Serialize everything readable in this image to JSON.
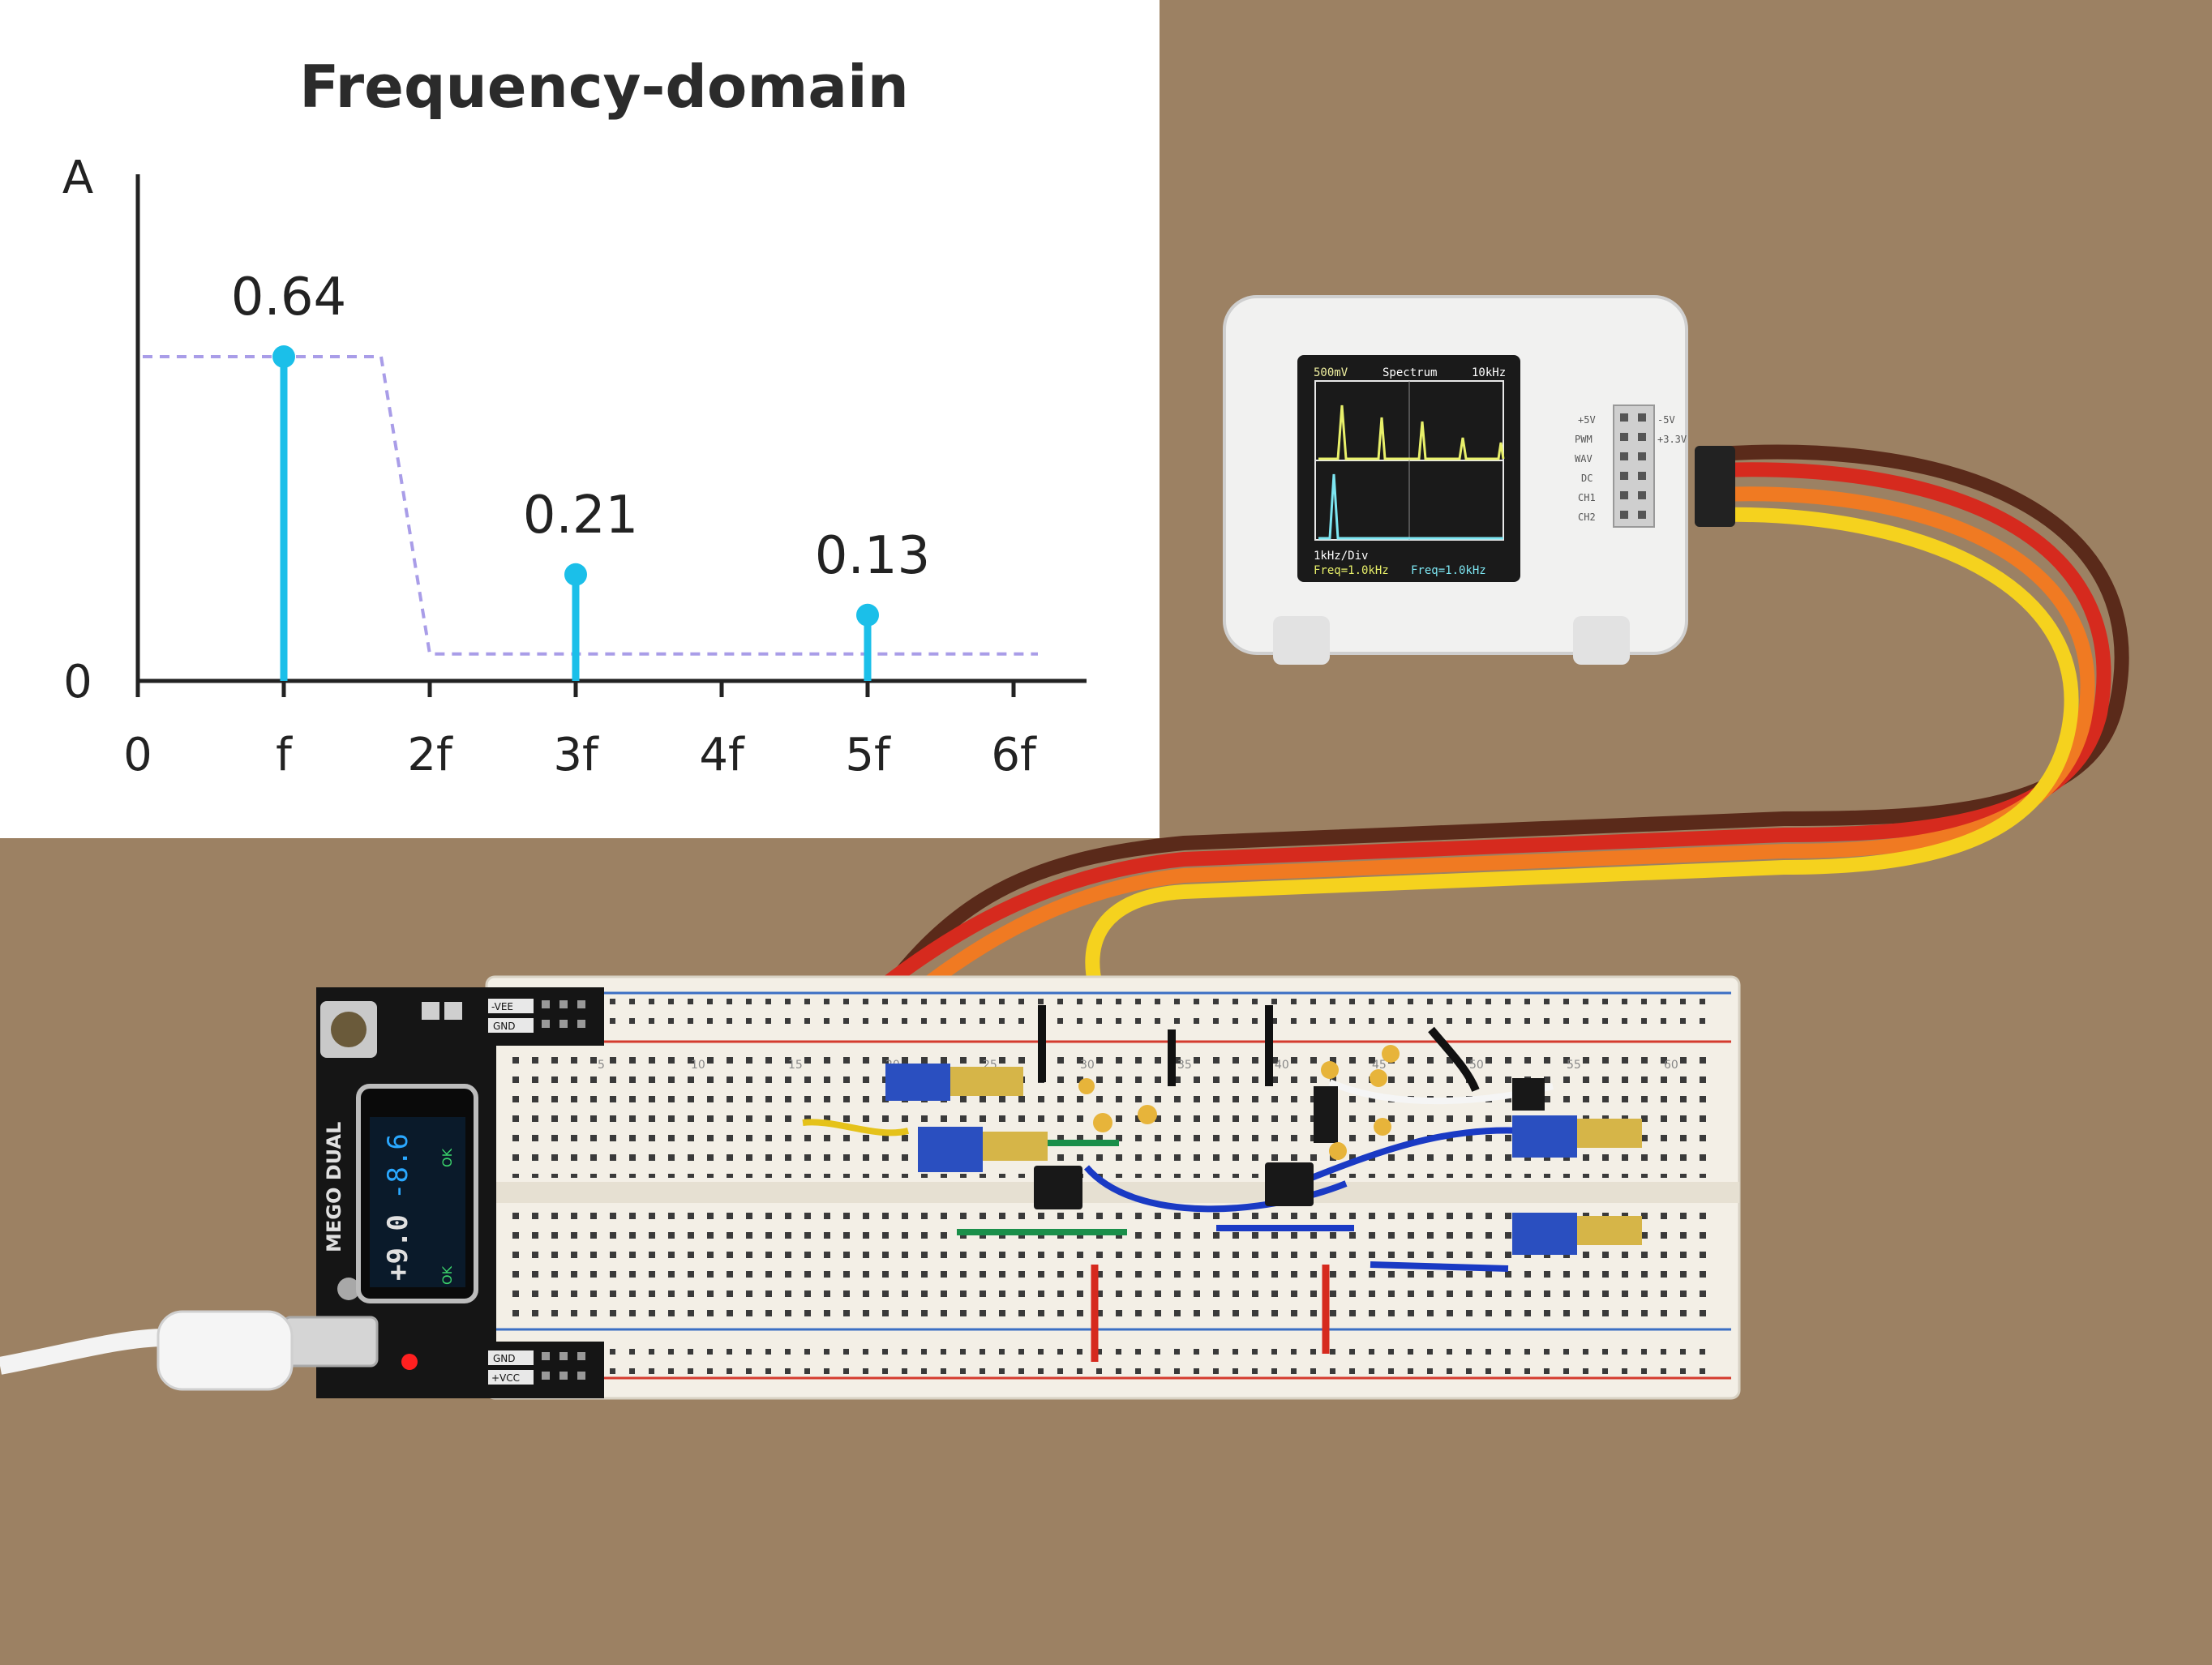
{
  "chart_data": {
    "type": "stem",
    "title": "Frequency-domain",
    "ylabel": "A",
    "xlabel": "",
    "categories": [
      "0",
      "f",
      "2f",
      "3f",
      "4f",
      "5f",
      "6f"
    ],
    "y_tick_labels": [
      "0"
    ],
    "ylim": [
      0,
      0.64
    ],
    "series": [
      {
        "x": [
          "f",
          "3f",
          "5f"
        ],
        "values": [
          0.64,
          0.21,
          0.13
        ],
        "labels": [
          "0.64",
          "0.21",
          "0.13"
        ]
      }
    ],
    "envelope": {
      "style": "dashed",
      "color": "#a99de8"
    },
    "stem_color": "#1bbfe9",
    "grid": false
  },
  "photo": {
    "description_items": {
      "scope_header_left": "500mV",
      "scope_header_mid": "Spectrum",
      "scope_header_right": "10kHz",
      "scope_div": "1kHz/Div",
      "scope_freq_a": "Freq=1.0kHz",
      "scope_freq_b": "Freq=1.0kHz",
      "pin_labels_left": [
        "+5V",
        "PWM",
        "WAV",
        "DC",
        "CH1",
        "CH2"
      ],
      "pin_labels_right": [
        "-5V",
        "+3.3V"
      ],
      "psu_brand": "MEGO DUAL",
      "psu_pos_voltage": "+9.0",
      "psu_neg_voltage": "-8.6",
      "psu_ok_top": "OK",
      "psu_ok_bottom": "OK",
      "psu_tag_vee": "-VEE",
      "psu_tag_gnd_top": "GND",
      "psu_tag_gnd_bottom": "GND",
      "psu_tag_vcc": "+VCC",
      "breadboard_numbers": [
        "5",
        "10",
        "15",
        "20",
        "25",
        "30",
        "35",
        "40",
        "45",
        "50",
        "55",
        "60"
      ]
    },
    "colors": {
      "wire_brown": "#5a2a1a",
      "wire_red": "#d62a1e",
      "wire_orange": "#f07a22",
      "wire_yellow": "#f5d21e",
      "cardboard": "#9c8163",
      "scope_trace_yellow": "#e8f06a",
      "scope_trace_cyan": "#7de6f2",
      "psu_digits": "#2aa8ff"
    }
  }
}
